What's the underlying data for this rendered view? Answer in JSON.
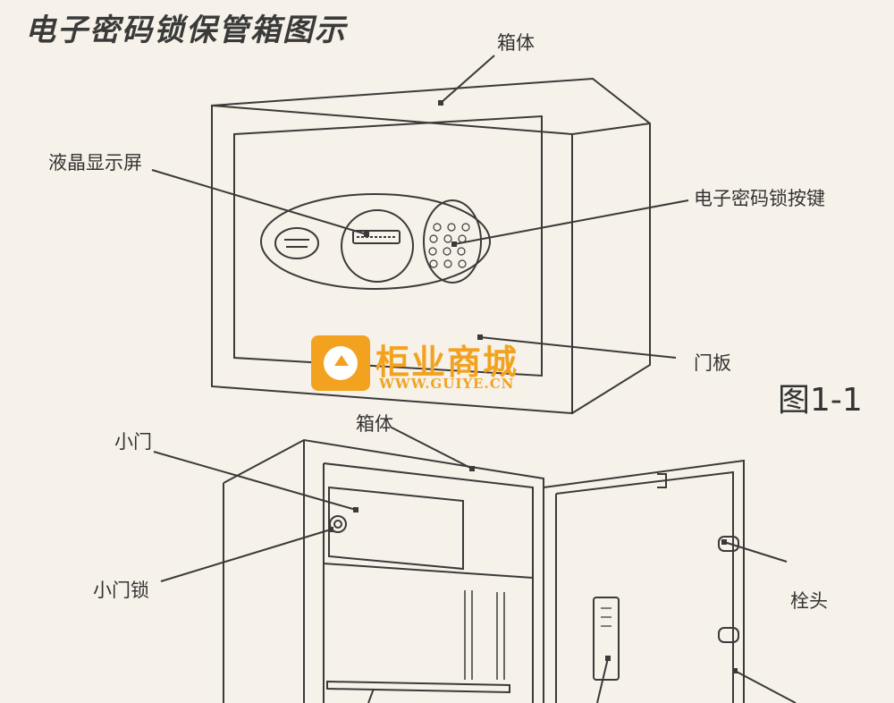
{
  "title": "电子密码锁保管箱图示",
  "figure_number": "图1-1",
  "labels": {
    "box_top": "箱体",
    "lcd": "液晶显示屏",
    "keypad": "电子密码锁按键",
    "door_panel": "门板",
    "box_bottom": "箱体",
    "small_door": "小门",
    "small_door_lock": "小门锁",
    "bolt": "栓头"
  },
  "watermark": {
    "name": "柜业商城",
    "url": "WWW.GUIYE.CN",
    "color": "#f2a21f"
  }
}
